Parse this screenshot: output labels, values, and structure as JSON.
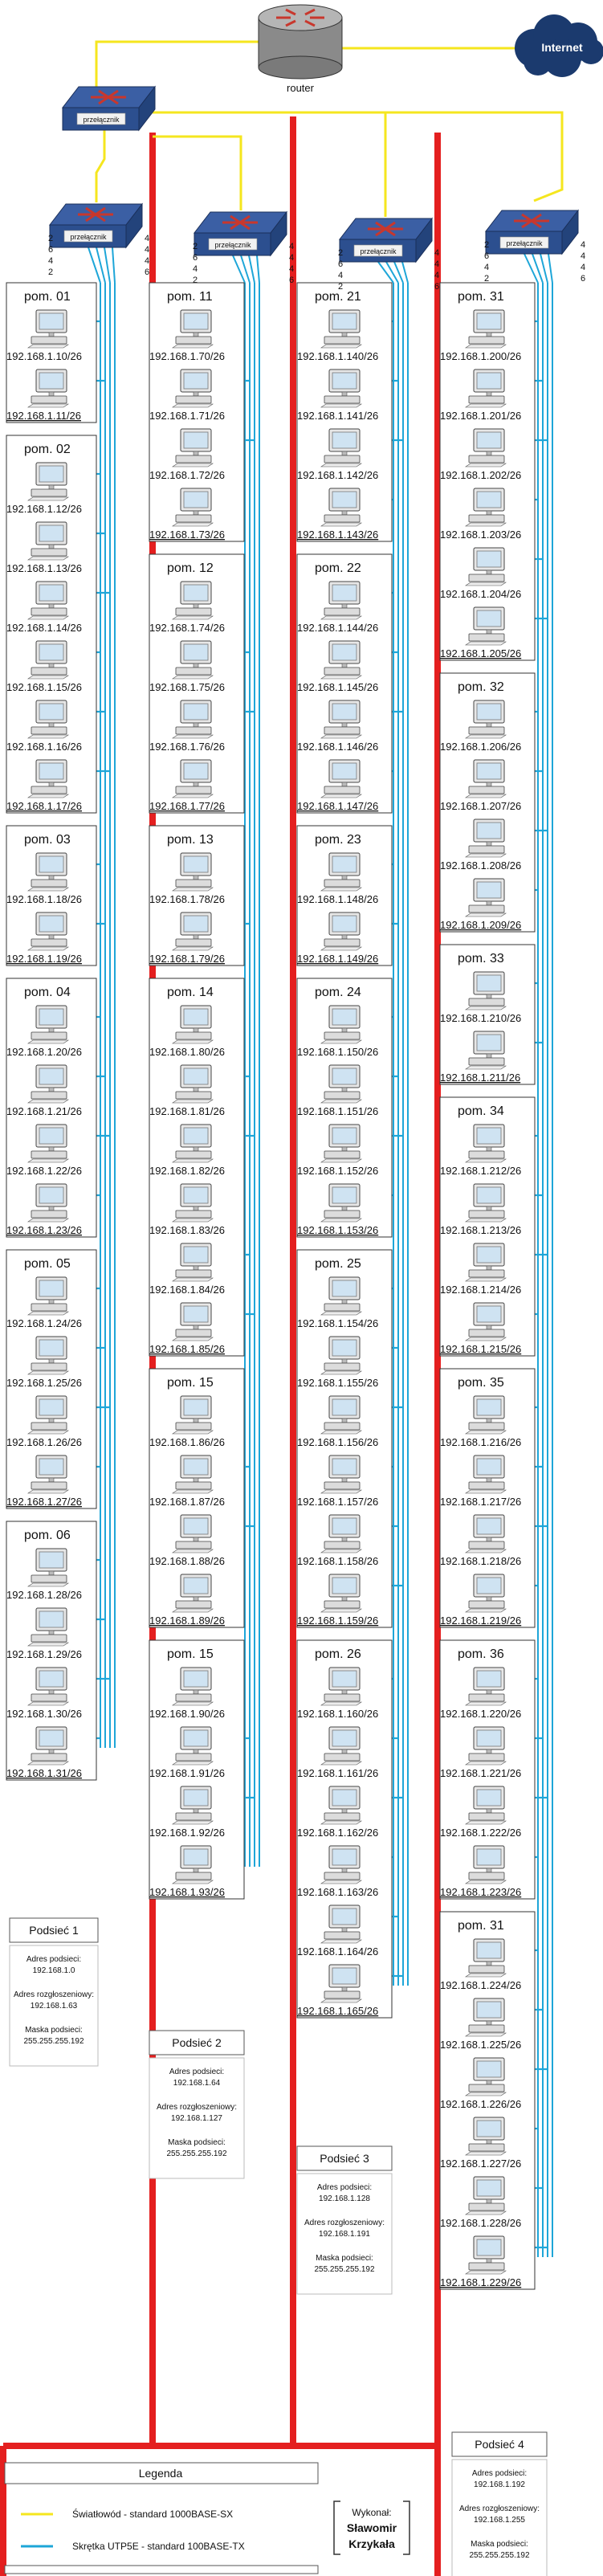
{
  "network": {
    "router_label": "router",
    "internet_label": "Internet",
    "core_switch_label": "przełącznik",
    "switch_label": "przełącznik",
    "port_labels_left": [
      "2",
      "6",
      "4",
      "2"
    ],
    "port_labels_right": [
      "4",
      "4",
      "4",
      "6"
    ]
  },
  "rooms": [
    {
      "col": 0,
      "name": "pom. 01",
      "ips": [
        "192.168.1.10/26",
        "192.168.1.11/26"
      ]
    },
    {
      "col": 0,
      "name": "pom. 02",
      "ips": [
        "192.168.1.12/26",
        "192.168.1.13/26",
        "192.168.1.14/26",
        "192.168.1.15/26",
        "192.168.1.16/26",
        "192.168.1.17/26"
      ]
    },
    {
      "col": 0,
      "name": "pom. 03",
      "ips": [
        "192.168.1.18/26",
        "192.168.1.19/26"
      ]
    },
    {
      "col": 0,
      "name": "pom. 04",
      "ips": [
        "192.168.1.20/26",
        "192.168.1.21/26",
        "192.168.1.22/26",
        "192.168.1.23/26"
      ]
    },
    {
      "col": 0,
      "name": "pom. 05",
      "ips": [
        "192.168.1.24/26",
        "192.168.1.25/26",
        "192.168.1.26/26",
        "192.168.1.27/26"
      ]
    },
    {
      "col": 0,
      "name": "pom. 06",
      "ips": [
        "192.168.1.28/26",
        "192.168.1.29/26",
        "192.168.1.30/26",
        "192.168.1.31/26"
      ]
    },
    {
      "col": 1,
      "name": "pom. 11",
      "ips": [
        "192.168.1.70/26",
        "192.168.1.71/26",
        "192.168.1.72/26",
        "192.168.1.73/26"
      ]
    },
    {
      "col": 1,
      "name": "pom. 12",
      "ips": [
        "192.168.1.74/26",
        "192.168.1.75/26",
        "192.168.1.76/26",
        "192.168.1.77/26"
      ]
    },
    {
      "col": 1,
      "name": "pom. 13",
      "ips": [
        "192.168.1.78/26",
        "192.168.1.79/26"
      ]
    },
    {
      "col": 1,
      "name": "pom. 14",
      "ips": [
        "192.168.1.80/26",
        "192.168.1.81/26",
        "192.168.1.82/26",
        "192.168.1.83/26",
        "192.168.1.84/26",
        "192.168.1.85/26"
      ]
    },
    {
      "col": 1,
      "name": "pom. 15",
      "ips": [
        "192.168.1.86/26",
        "192.168.1.87/26",
        "192.168.1.88/26",
        "192.168.1.89/26"
      ]
    },
    {
      "col": 1,
      "name": "pom. 15",
      "ips": [
        "192.168.1.90/26",
        "192.168.1.91/26",
        "192.168.1.92/26",
        "192.168.1.93/26"
      ]
    },
    {
      "col": 2,
      "name": "pom. 21",
      "ips": [
        "192.168.1.140/26",
        "192.168.1.141/26",
        "192.168.1.142/26",
        "192.168.1.143/26"
      ]
    },
    {
      "col": 2,
      "name": "pom. 22",
      "ips": [
        "192.168.1.144/26",
        "192.168.1.145/26",
        "192.168.1.146/26",
        "192.168.1.147/26"
      ]
    },
    {
      "col": 2,
      "name": "pom. 23",
      "ips": [
        "192.168.1.148/26",
        "192.168.1.149/26"
      ]
    },
    {
      "col": 2,
      "name": "pom. 24",
      "ips": [
        "192.168.1.150/26",
        "192.168.1.151/26",
        "192.168.1.152/26",
        "192.168.1.153/26"
      ]
    },
    {
      "col": 2,
      "name": "pom. 25",
      "ips": [
        "192.168.1.154/26",
        "192.168.1.155/26",
        "192.168.1.156/26",
        "192.168.1.157/26",
        "192.168.1.158/26",
        "192.168.1.159/26"
      ]
    },
    {
      "col": 2,
      "name": "pom. 26",
      "ips": [
        "192.168.1.160/26",
        "192.168.1.161/26",
        "192.168.1.162/26",
        "192.168.1.163/26",
        "192.168.1.164/26",
        "192.168.1.165/26"
      ]
    },
    {
      "col": 3,
      "name": "pom. 31",
      "ips": [
        "192.168.1.200/26",
        "192.168.1.201/26",
        "192.168.1.202/26",
        "192.168.1.203/26",
        "192.168.1.204/26",
        "192.168.1.205/26"
      ]
    },
    {
      "col": 3,
      "name": "pom. 32",
      "ips": [
        "192.168.1.206/26",
        "192.168.1.207/26",
        "192.168.1.208/26",
        "192.168.1.209/26"
      ]
    },
    {
      "col": 3,
      "name": "pom. 33",
      "ips": [
        "192.168.1.210/26",
        "192.168.1.211/26"
      ]
    },
    {
      "col": 3,
      "name": "pom. 34",
      "ips": [
        "192.168.1.212/26",
        "192.168.1.213/26",
        "192.168.1.214/26",
        "192.168.1.215/26"
      ]
    },
    {
      "col": 3,
      "name": "pom. 35",
      "ips": [
        "192.168.1.216/26",
        "192.168.1.217/26",
        "192.168.1.218/26",
        "192.168.1.219/26"
      ]
    },
    {
      "col": 3,
      "name": "pom. 36",
      "ips": [
        "192.168.1.220/26",
        "192.168.1.221/26",
        "192.168.1.222/26",
        "192.168.1.223/26"
      ]
    },
    {
      "col": 3,
      "name": "pom. 31",
      "ips": [
        "192.168.1.224/26",
        "192.168.1.225/26",
        "192.168.1.226/26",
        "192.168.1.227/26",
        "192.168.1.228/26",
        "192.168.1.229/26"
      ]
    }
  ],
  "subnets": [
    {
      "title": "Podsieć 1",
      "addr_label": "Adres podsieci:",
      "addr": "192.168.1.0",
      "bcast_label": "Adres rozgłoszeniowy:",
      "bcast": "192.168.1.63",
      "mask_label": "Maska podsieci:",
      "mask": "255.255.255.192"
    },
    {
      "title": "Podsieć 2",
      "addr_label": "Adres podsieci:",
      "addr": "192.168.1.64",
      "bcast_label": "Adres rozgłoszeniowy:",
      "bcast": "192.168.1.127",
      "mask_label": "Maska podsieci:",
      "mask": "255.255.255.192"
    },
    {
      "title": "Podsieć 3",
      "addr_label": "Adres podsieci:",
      "addr": "192.168.1.128",
      "bcast_label": "Adres rozgłoszeniowy:",
      "bcast": "192.168.1.191",
      "mask_label": "Maska podsieci:",
      "mask": "255.255.255.192"
    },
    {
      "title": "Podsieć 4",
      "addr_label": "Adres podsieci:",
      "addr": "192.168.1.192",
      "bcast_label": "Adres rozgłoszeniowy:",
      "bcast": "192.168.1.255",
      "mask_label": "Maska podsieci:",
      "mask": "255.255.255.192"
    }
  ],
  "legend": {
    "title": "Legenda",
    "fiber_label": "Światłowód -  standard 1000BASE-SX",
    "utp_label": "Skrętka UTP5E -  standard 100BASE-TX"
  },
  "author": {
    "label": "Wykonał:",
    "first_name": "Sławomir",
    "last_name": "Krzykała"
  },
  "colors": {
    "fiber": "#f5e61e",
    "utp": "#1ea6d8",
    "backbone": "#e41f1f",
    "cloud": "#1b3a6e",
    "switch_top": "#3b5fa4",
    "switch_side": "#2c4f8f"
  }
}
